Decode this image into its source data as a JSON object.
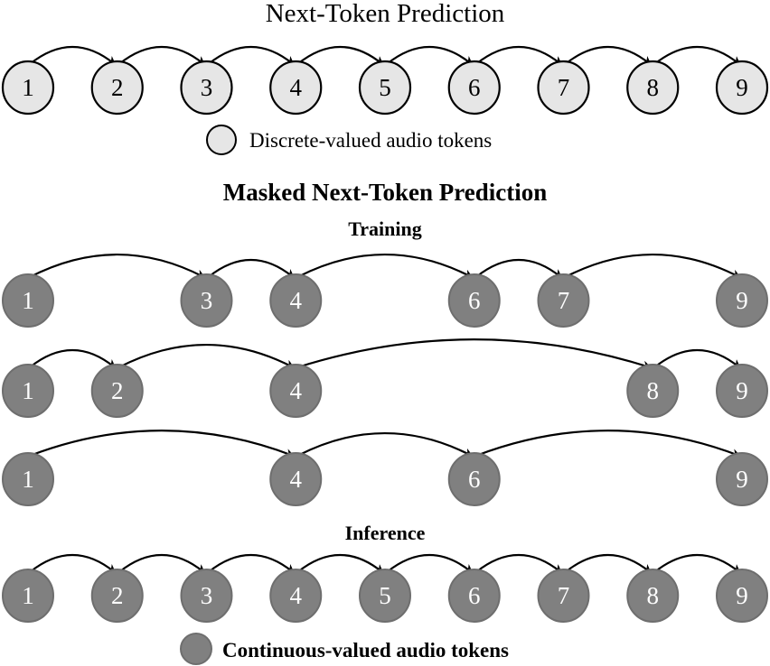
{
  "top_section": {
    "title": "Next-Token Prediction",
    "tokens": [
      "1",
      "2",
      "3",
      "4",
      "5",
      "6",
      "7",
      "8",
      "9"
    ],
    "edges": [
      [
        1,
        2
      ],
      [
        2,
        3
      ],
      [
        3,
        4
      ],
      [
        4,
        5
      ],
      [
        5,
        6
      ],
      [
        6,
        7
      ],
      [
        7,
        8
      ],
      [
        8,
        9
      ]
    ],
    "legend_label": "Discrete-valued audio tokens",
    "token_fill": "#e6e6e6",
    "token_stroke": "#000000",
    "text_color": "#000000"
  },
  "bottom_section": {
    "title": "Masked Next-Token Prediction",
    "training_label": "Training",
    "training_rows": [
      {
        "tokens": [
          1,
          3,
          4,
          6,
          7,
          9
        ],
        "edges": [
          [
            1,
            3
          ],
          [
            3,
            4
          ],
          [
            4,
            6
          ],
          [
            6,
            7
          ],
          [
            7,
            9
          ]
        ]
      },
      {
        "tokens": [
          1,
          2,
          4,
          8,
          9
        ],
        "edges": [
          [
            1,
            2
          ],
          [
            2,
            4
          ],
          [
            4,
            8
          ],
          [
            8,
            9
          ]
        ]
      },
      {
        "tokens": [
          1,
          4,
          6,
          9
        ],
        "edges": [
          [
            1,
            4
          ],
          [
            4,
            6
          ],
          [
            6,
            9
          ]
        ]
      }
    ],
    "inference_label": "Inference",
    "inference_row": {
      "tokens": [
        1,
        2,
        3,
        4,
        5,
        6,
        7,
        8,
        9
      ],
      "edges": [
        [
          1,
          2
        ],
        [
          2,
          3
        ],
        [
          3,
          4
        ],
        [
          4,
          5
        ],
        [
          5,
          6
        ],
        [
          6,
          7
        ],
        [
          7,
          8
        ],
        [
          8,
          9
        ]
      ]
    },
    "legend_label": "Continuous-valued audio tokens",
    "token_fill": "#808080",
    "token_stroke": "#6e6e6e",
    "text_color": "#ffffff"
  }
}
